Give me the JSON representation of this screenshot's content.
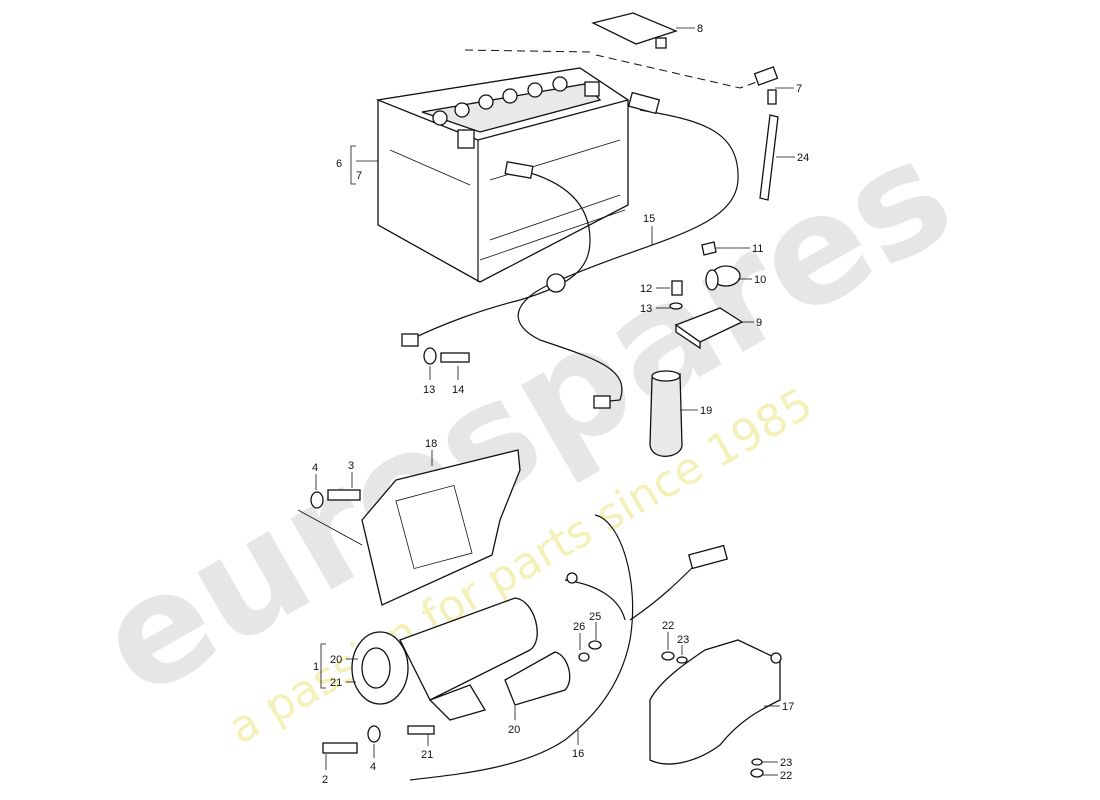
{
  "watermark": {
    "brand": "eurospares",
    "tagline": "a passion for parts since 1985"
  },
  "callouts": [
    {
      "id": "c8",
      "label": "8"
    },
    {
      "id": "c7a",
      "label": "7"
    },
    {
      "id": "c24",
      "label": "24"
    },
    {
      "id": "c6",
      "label": "6"
    },
    {
      "id": "c7b",
      "label": "7"
    },
    {
      "id": "c15",
      "label": "15"
    },
    {
      "id": "c11",
      "label": "11"
    },
    {
      "id": "c10",
      "label": "10"
    },
    {
      "id": "c12",
      "label": "12"
    },
    {
      "id": "c13a",
      "label": "13"
    },
    {
      "id": "c9",
      "label": "9"
    },
    {
      "id": "c13b",
      "label": "13"
    },
    {
      "id": "c14",
      "label": "14"
    },
    {
      "id": "c19",
      "label": "19"
    },
    {
      "id": "c18",
      "label": "18"
    },
    {
      "id": "c4a",
      "label": "4"
    },
    {
      "id": "c3",
      "label": "3"
    },
    {
      "id": "c26",
      "label": "26"
    },
    {
      "id": "c25",
      "label": "25"
    },
    {
      "id": "c22a",
      "label": "22"
    },
    {
      "id": "c23a",
      "label": "23"
    },
    {
      "id": "c1",
      "label": "1"
    },
    {
      "id": "c20a",
      "label": "20"
    },
    {
      "id": "c21a",
      "label": "21"
    },
    {
      "id": "c17",
      "label": "17"
    },
    {
      "id": "c20b",
      "label": "20"
    },
    {
      "id": "c21b",
      "label": "21"
    },
    {
      "id": "c16",
      "label": "16"
    },
    {
      "id": "c2",
      "label": "2"
    },
    {
      "id": "c4b",
      "label": "4"
    },
    {
      "id": "c23b",
      "label": "23"
    },
    {
      "id": "c22b",
      "label": "22"
    }
  ]
}
